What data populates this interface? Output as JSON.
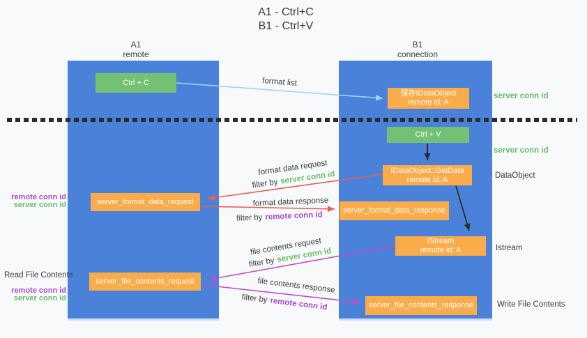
{
  "title": {
    "line1": "A1 - Ctrl+C",
    "line2": "B1 - Ctrl+V"
  },
  "lifelines": {
    "left": {
      "name": "A1",
      "role": "remote"
    },
    "right": {
      "name": "B1",
      "role": "connection"
    }
  },
  "nodes": {
    "ctrl_c": {
      "label": "Ctrl + C"
    },
    "ctrl_v": {
      "label": "Ctrl + V"
    },
    "save_dataobject": {
      "line1": "保存IDataObject",
      "line2": "remote id: A"
    },
    "getdata": {
      "line1": "IDataObject::GetData",
      "line2": "remote id: A"
    },
    "istream": {
      "line1": "IStream",
      "line2": "remote id: A"
    },
    "server_format_data_request": {
      "label": "server_format_data_request"
    },
    "server_format_data_response": {
      "label": "server_format_data_response"
    },
    "server_file_contents_request": {
      "label": "server_file_contents_request"
    },
    "server_file_contents_response": {
      "label": "server_file_contents_response"
    }
  },
  "flow_labels": {
    "format_list": "format list",
    "format_data_request": "format data request",
    "format_data_response": "format data response",
    "file_contents_request": "file contents request",
    "file_contents_response": "file contents response",
    "filter_by": "filter by",
    "server_conn_id": "server conn id",
    "remote_conn_id": "remote conn id"
  },
  "annotations": {
    "right": {
      "server_conn_id_top": "server conn id",
      "server_conn_id_mid": "server conn id",
      "dataobject": "DataObject",
      "istream": "Istream",
      "write_file_contents": "Write File Contents"
    },
    "left": {
      "remote_conn_id_1": "remote conn id",
      "server_conn_id_1": "server conn id",
      "read_file_contents": "Read File Contents",
      "remote_conn_id_2": "remote conn id",
      "server_conn_id_2": "server conn id"
    }
  },
  "colors": {
    "bg": "#f8f9fa",
    "lifeline-blue": "#4a81d9",
    "node-green": "#74c175",
    "node-orange": "#f9ac49",
    "text-dark": "#3d3d3d",
    "conn-green": "#67bd6b",
    "conn-purple": "#a64bcc",
    "arrow-red": "#e75f55",
    "arrow-magenta": "#bd4fc5",
    "arrow-lightblue": "#a5d2f0",
    "arrow-black": "#2b2b2b"
  }
}
